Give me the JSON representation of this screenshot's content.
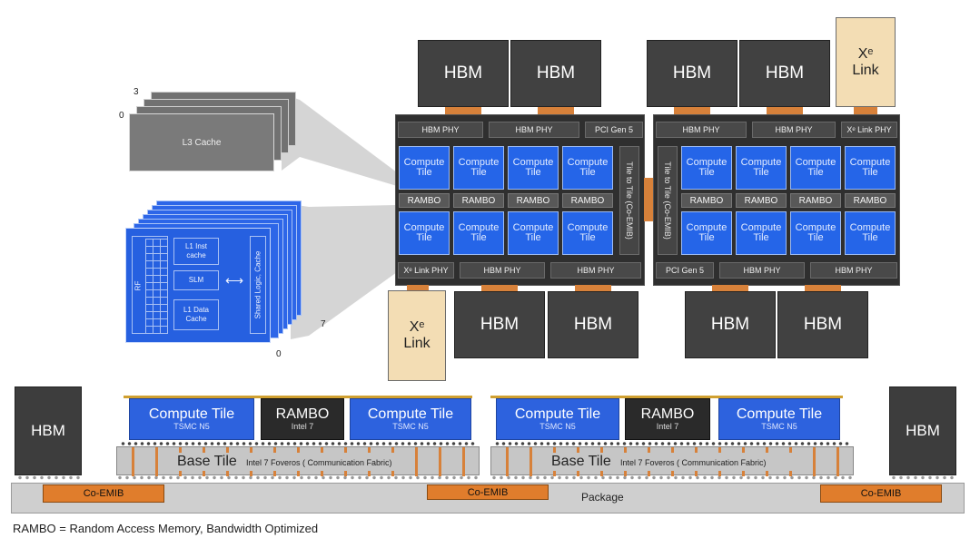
{
  "labels": {
    "hbm": "HBM",
    "hbm_phy": "HBM PHY",
    "pci_gen5": "PCI Gen 5",
    "xe_link_phy": "Xᵉ Link PHY",
    "xe_link_top": "Xᵉ",
    "xe_link_bottom": "Link",
    "compute_tile_top": "Compute",
    "compute_tile_bottom": "Tile",
    "rambo": "RAMBO",
    "tile_to_tile": "Tile to Tile (Co-EMIB)",
    "l3_cache": "L3 Cache",
    "l3_index_top": "3",
    "l3_index_bottom": "0",
    "xe_index_right": "7",
    "xe_index_bottom": "0",
    "rf": "RF",
    "l1_inst_top": "L1 Inst",
    "l1_inst_bottom": "cache",
    "slm": "SLM",
    "l1_data_top": "L1 Data",
    "l1_data_bottom": "Cache",
    "arrow": "⟷",
    "shared_logic": "Shared Logic, Cache",
    "compute_tile_full": "Compute Tile",
    "tsmc": "TSMC N5",
    "intel7": "Intel 7",
    "base_tile": "Base Tile",
    "foveros": "Intel 7 Foveros ( Communication Fabric)",
    "co_emib": "Co-EMIB",
    "package": "Package",
    "footnote": "RAMBO = Random Access Memory, Bandwidth Optimized"
  },
  "colors": {
    "compute_tile": "#2565e8",
    "hbm": "#414141",
    "xe_link": "#f3ddb4",
    "emib": "#e07d2c",
    "package": "#cfcfcf"
  }
}
